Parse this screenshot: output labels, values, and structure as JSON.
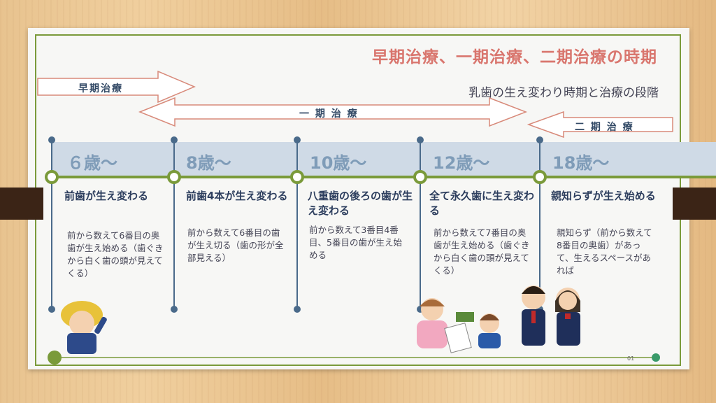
{
  "title": "早期治療、一期治療、二期治療の時期",
  "subtitle": "乳歯の生え変わり時期と治療の段階",
  "treatments": {
    "early": "早期治療",
    "phase1": "一 期 治 療",
    "phase2": "二 期 治 療"
  },
  "stages": [
    {
      "age": "６歳～",
      "heading": "前歯が生え変わる",
      "desc": "前から数えて6番目の奥歯が生え始める（歯ぐきから白く歯の頭が見えてくる）"
    },
    {
      "age": "8歳～",
      "heading": "前歯4本が生え変わる",
      "desc": "前から数えて6番目の歯が生え切る（歯の形が全部見える）"
    },
    {
      "age": "10歳～",
      "heading": "八重歯の後ろの歯が生え変わる",
      "desc": "前から数えて3番目4番目、5番目の歯が生え始める"
    },
    {
      "age": "12歳～",
      "heading": "全て永久歯に生え変わる",
      "desc": "前から数えて7番目の奥歯が生え始める（歯ぐきから白く歯の頭が見えてくる）"
    },
    {
      "age": "18歳～",
      "heading": "親知らずが生え始める",
      "desc": "親知らず（前から数えて8番目の奥歯）があって、生えるスペースがあれば"
    }
  ],
  "page_number": "01",
  "colors": {
    "title": "#d9766e",
    "accent_green": "#7a9a3a",
    "band": "#cfdae6",
    "navy": "#2d3e5e"
  }
}
